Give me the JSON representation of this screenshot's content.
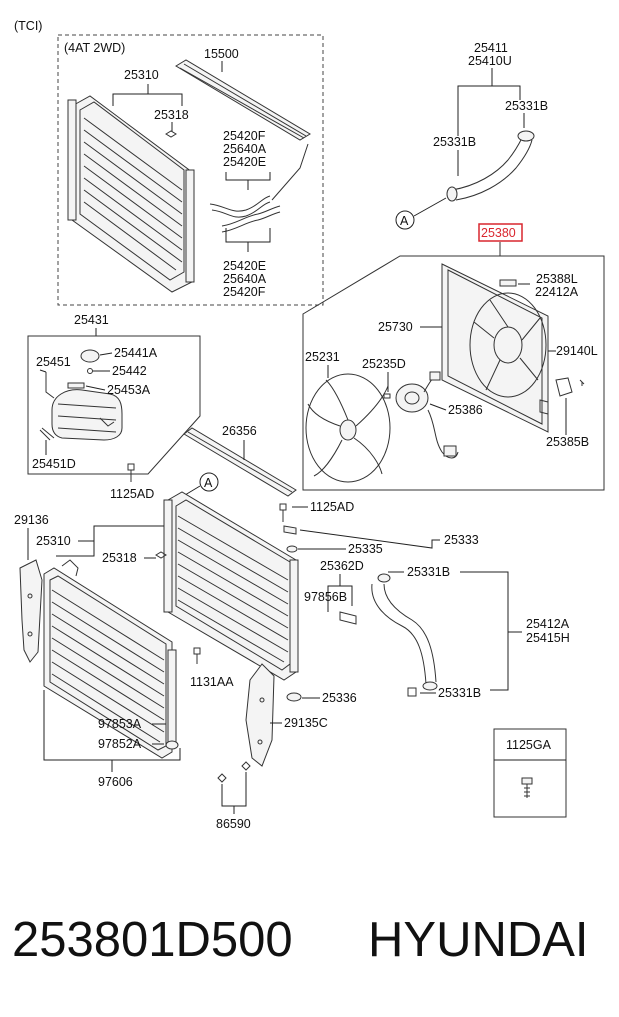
{
  "variant_label": "(TCI)",
  "sub_assembly_label": "(4AT 2WD)",
  "highlight_color": "#d9262e",
  "labels": {
    "p15500": "15500",
    "p25310a": "25310",
    "p25318a": "25318",
    "p25420F_a": "25420F",
    "p25640A_a": "25640A",
    "p25420E_a": "25420E",
    "p25420E_b": "25420E",
    "p25640A_b": "25640A",
    "p25420F_b": "25420F",
    "p25411": "25411",
    "p25410U": "25410U",
    "p25331B_a": "25331B",
    "p25331B_b": "25331B",
    "p25380": "25380",
    "p25388L": "25388L",
    "p22412A": "22412A",
    "p25730": "25730",
    "p29140L": "29140L",
    "p25231": "25231",
    "p25235D": "25235D",
    "p25386": "25386",
    "p25385B": "25385B",
    "p25431": "25431",
    "p25451a": "25451",
    "p25441A": "25441A",
    "p25442": "25442",
    "p25453A": "25453A",
    "p25451D": "25451D",
    "p26356": "26356",
    "p1125AD_a": "1125AD",
    "p1125AD_b": "1125AD",
    "p29136": "29136",
    "p25310b": "25310",
    "p25318b": "25318",
    "p25333": "25333",
    "p25335": "25335",
    "p25362D": "25362D",
    "p25331B_c": "25331B",
    "p97856B": "97856B",
    "p25412A": "25412A",
    "p25415H": "25415H",
    "p1131AA": "1131AA",
    "p25336": "25336",
    "p25331B_d": "25331B",
    "p97853A": "97853A",
    "p29135C": "29135C",
    "p97852A": "97852A",
    "p97606": "97606",
    "p86590": "86590",
    "p1125GA": "1125GA",
    "callout_a1": "A",
    "callout_a2": "A"
  },
  "footer": {
    "part_number": "253801D500",
    "brand": "HYUNDAI"
  }
}
